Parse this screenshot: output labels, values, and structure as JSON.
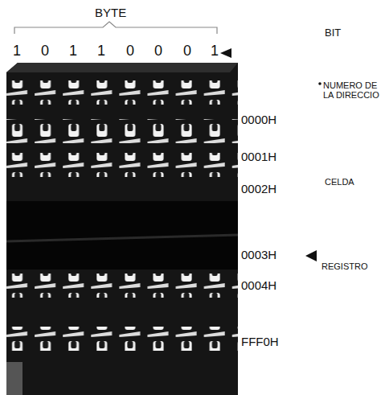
{
  "diagram": {
    "labels": [
      "BYTE",
      "BIT",
      "1",
      "0",
      "1",
      "1",
      "0",
      "0",
      "0",
      "1",
      "0000H",
      "0001H",
      "0002H",
      "0003H",
      "0004H",
      "FFF0H",
      "NUMERO DE LA DIRECCIO",
      "CELDA",
      "REGISTRO"
    ]
  }
}
